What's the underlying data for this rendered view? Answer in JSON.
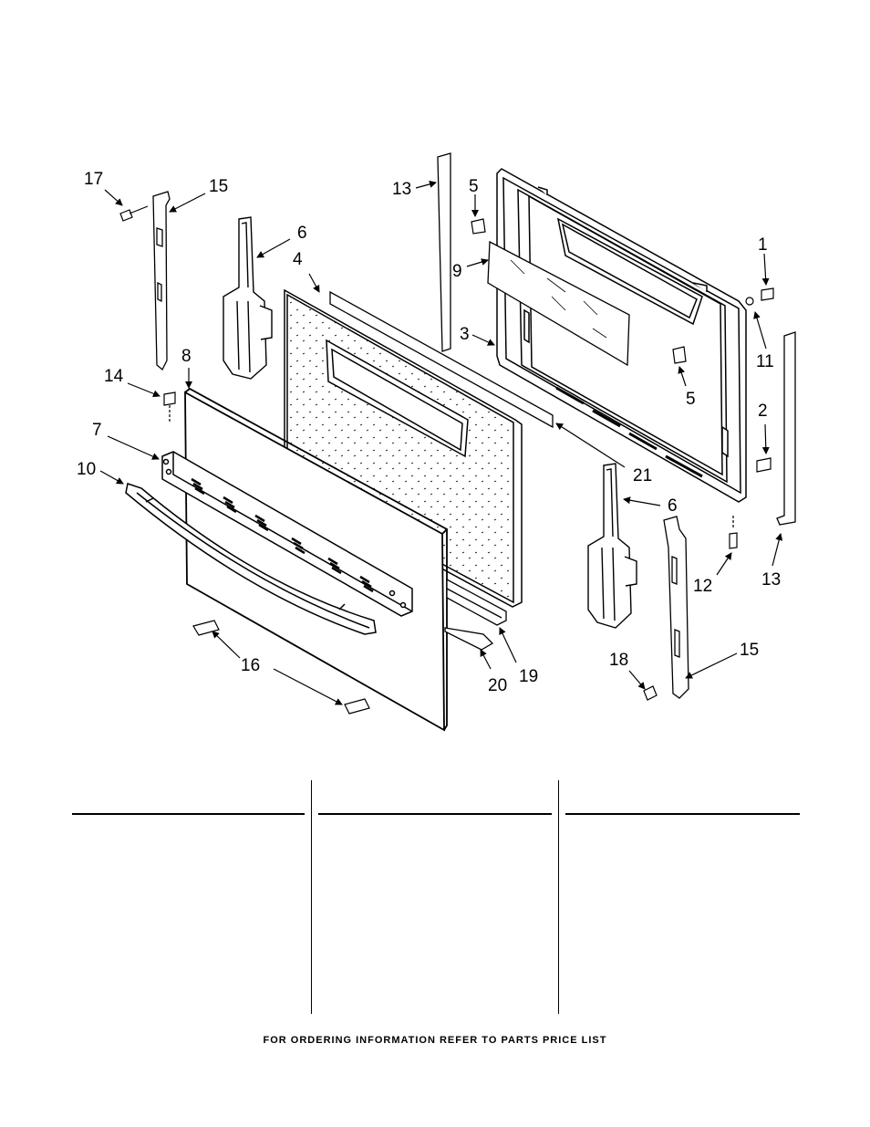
{
  "callouts": {
    "c1": "1",
    "c2": "2",
    "c3": "3",
    "c4": "4",
    "c5a": "5",
    "c5b": "5",
    "c6a": "6",
    "c6b": "6",
    "c7": "7",
    "c8": "8",
    "c9": "9",
    "c10": "10",
    "c11": "11",
    "c12": "12",
    "c13a": "13",
    "c13b": "13",
    "c14": "14",
    "c15a": "15",
    "c15b": "15",
    "c16": "16",
    "c17": "17",
    "c18": "18",
    "c19": "19",
    "c20": "20",
    "c21": "21"
  },
  "footer": {
    "note": "FOR ORDERING INFORMATION REFER TO PARTS PRICE LIST"
  },
  "colors": {
    "ink": "#000000",
    "paper": "#ffffff",
    "panel": "#f4f4f4"
  }
}
